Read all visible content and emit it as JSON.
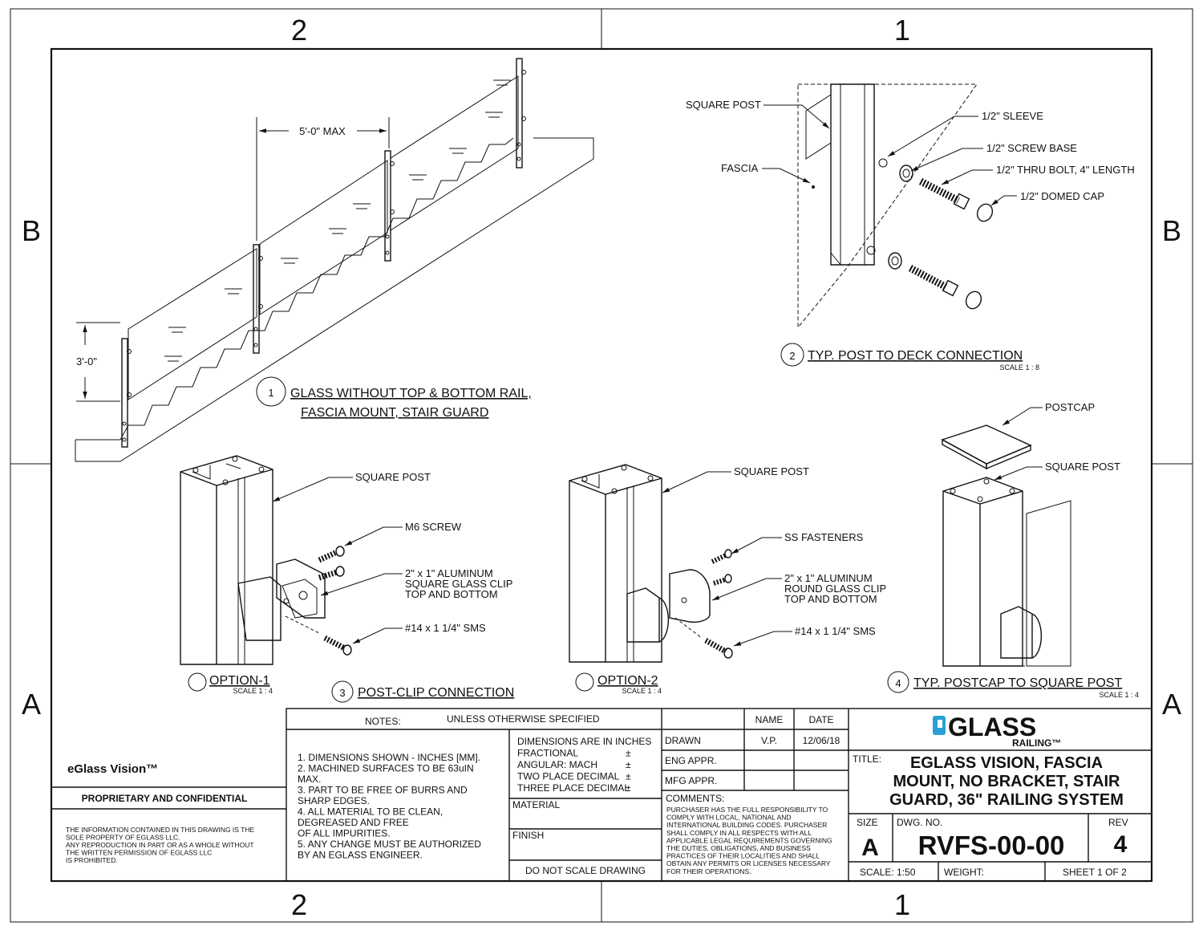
{
  "zones": {
    "top_left": "2",
    "top_right": "1",
    "bottom_left": "2",
    "bottom_right": "1",
    "left_upper": "B",
    "left_lower": "A",
    "right_upper": "B",
    "right_lower": "A"
  },
  "view1": {
    "number": "1",
    "title_line1": "GLASS WITHOUT TOP & BOTTOM RAIL,",
    "title_line2": "FASCIA MOUNT, STAIR GUARD",
    "dim_spacing": "5'-0\" MAX",
    "dim_height": "3'-0\""
  },
  "view2": {
    "number": "2",
    "title": "TYP. POST TO DECK CONNECTION",
    "scale": "SCALE 1 : 8",
    "labels": {
      "square_post": "SQUARE POST",
      "fascia": "FASCIA",
      "sleeve": "1/2\" SLEEVE",
      "screw_base": "1/2\" SCREW BASE",
      "thru_bolt": "1/2\" THRU BOLT, 4\" LENGTH",
      "domed_cap": "1/2\" DOMED CAP"
    }
  },
  "view3": {
    "number": "3",
    "title": "POST-CLIP CONNECTION",
    "option1": {
      "title": "OPTION-1",
      "scale": "SCALE 1 : 4",
      "square_post": "SQUARE POST",
      "m6": "M6 SCREW",
      "clip_l1": "2\" x 1\" ALUMINUM",
      "clip_l2": "SQUARE GLASS CLIP",
      "clip_l3": "TOP AND BOTTOM",
      "sms": "#14 x 1 1/4\" SMS"
    },
    "option2": {
      "title": "OPTION-2",
      "scale": "SCALE 1 : 4",
      "square_post": "SQUARE POST",
      "ss": "SS FASTENERS",
      "clip_l1": "2\" x 1\" ALUMINUM",
      "clip_l2": "ROUND GLASS CLIP",
      "clip_l3": "TOP AND BOTTOM",
      "sms": "#14 x 1 1/4\" SMS"
    }
  },
  "view4": {
    "number": "4",
    "title": "TYP. POSTCAP TO SQUARE POST",
    "scale": "SCALE 1 : 4",
    "postcap": "POSTCAP",
    "square_post": "SQUARE POST"
  },
  "title_block": {
    "product": "eGlass Vision™",
    "proprietary": "PROPRIETARY AND CONFIDENTIAL",
    "legal": [
      "THE INFORMATION CONTAINED IN THIS DRAWING IS THE",
      "SOLE PROPERTY OF EGLASS LLC.",
      "ANY REPRODUCTION IN PART OR AS A WHOLE WITHOUT",
      "THE WRITTEN PERMISSION OF EGLASS LLC",
      "IS PROHIBITED."
    ],
    "notes_title": "NOTES:",
    "notes_sub": "UNLESS OTHERWISE SPECIFIED",
    "notes": [
      "1. DIMENSIONS SHOWN - INCHES [MM].",
      "2. MACHINED SURFACES TO BE 63uIN",
      "MAX.",
      "3. PART TO BE FREE OF BURRS AND",
      "SHARP EDGES.",
      "4. ALL MATERIAL TO BE CLEAN,",
      "DEGREASED AND FREE",
      "OF ALL IMPURITIES.",
      "5. ANY CHANGE MUST BE AUTHORIZED",
      "BY AN EGLASS ENGINEER."
    ],
    "tolerances": [
      "DIMENSIONS ARE IN INCHES",
      "FRACTIONAL",
      "ANGULAR: MACH",
      "TWO PLACE DECIMAL",
      "THREE PLACE DECIMAL"
    ],
    "tol_symbol": "±",
    "material": "MATERIAL",
    "finish": "FINISH",
    "do_not_scale": "DO NOT SCALE DRAWING",
    "name_hdr": "NAME",
    "date_hdr": "DATE",
    "drawn": "DRAWN",
    "drawn_name": "V.P.",
    "drawn_date": "12/06/18",
    "eng": "ENG APPR.",
    "mfg": "MFG APPR.",
    "comments_hdr": "COMMENTS:",
    "comments": [
      "PURCHASER HAS THE FULL RESPONSIBILITY TO",
      "COMPLY WITH LOCAL, NATIONAL AND",
      "INTERNATIONAL BUILDING CODES. PURCHASER",
      "SHALL COMPLY IN ALL RESPECTS WITH ALL",
      "APPLICABLE LEGAL REQUIREMENTS GOVERNING",
      "THE DUTIES, OBLIGATIONS, AND BUSINESS",
      "PRACTICES OF THEIR LOCALITIES AND SHALL",
      "OBTAIN ANY PERMITS OR LICENSES NECESSARY",
      "FOR THEIR OPERATIONS."
    ],
    "logo_main": "GLASS",
    "logo_sub": "RAILING™",
    "title_lbl": "TITLE:",
    "title_lines": [
      "EGLASS VISION, FASCIA",
      "MOUNT, NO BRACKET, STAIR",
      "GUARD, 36\" RAILING SYSTEM"
    ],
    "size_lbl": "SIZE",
    "size": "A",
    "dwg_lbl": "DWG.  NO.",
    "dwg": "RVFS-00-00",
    "rev_lbl": "REV",
    "rev": "4",
    "scale": "SCALE: 1:50",
    "weight": "WEIGHT:",
    "sheet": "SHEET 1 OF 2",
    "logo_color": "#2a9fd6"
  }
}
